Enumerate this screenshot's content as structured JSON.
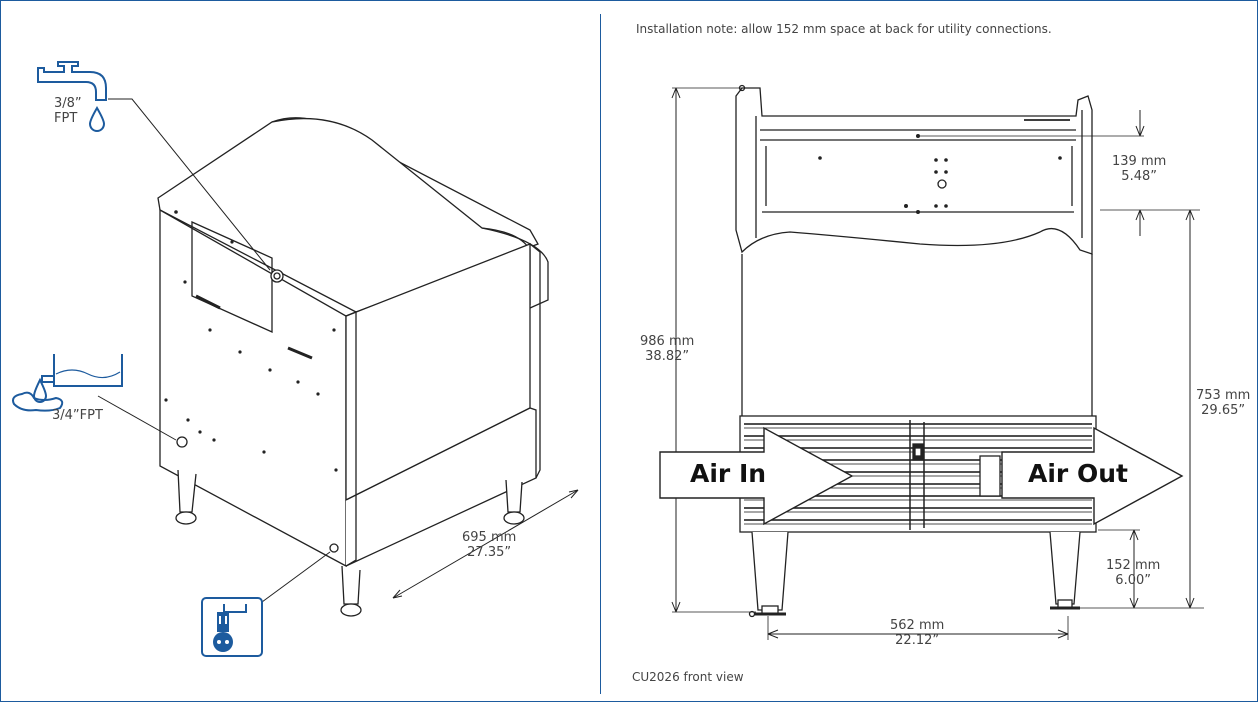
{
  "left_view": {
    "water_inlet_label": [
      "3/8”",
      "FPT"
    ],
    "drain_label": "3/4”FPT",
    "depth_dim": [
      "695 mm",
      "27.35”"
    ],
    "icons": [
      "faucet-icon",
      "water-drop-icon",
      "drain-tank-icon",
      "water-puddle-icon",
      "power-plug-icon"
    ]
  },
  "right_view": {
    "note": "Installation note: allow 152 mm space at back for utility connections.",
    "height_dim": [
      "986 mm",
      "38.82”"
    ],
    "top_dim": [
      "139 mm",
      "5.48”"
    ],
    "lower_dim": [
      "753 mm",
      "29.65”"
    ],
    "leg_dim": [
      "152 mm",
      "6.00”"
    ],
    "width_dim": [
      "562 mm",
      "22.12”"
    ],
    "air_in": "Air In",
    "air_out": "Air Out",
    "caption": "CU2026 front view"
  },
  "colors": {
    "border": "#1d5b9e",
    "icon": "#1d5b9e",
    "line": "#222222"
  }
}
